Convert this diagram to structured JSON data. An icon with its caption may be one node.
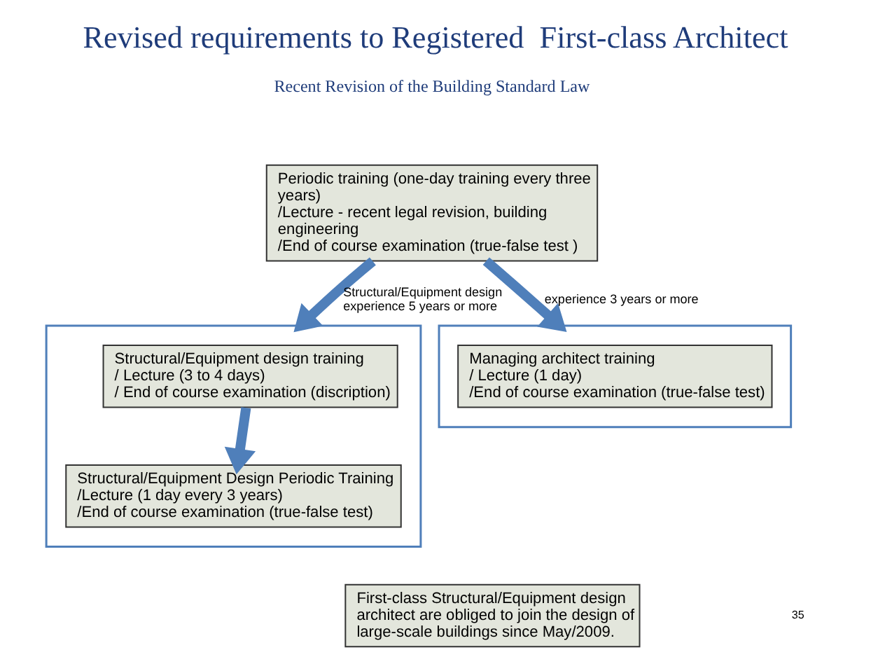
{
  "diagram": {
    "title": "Revised requirements to Registered  First-class Architect",
    "nodes": [
      {
        "text": [
          "Periodic training (one-day training every three years)",
          "/Lecture - recent legal revision, building engineering",
          "/End of course examination (true-false test )"
        ]
      },
      {
        "text": [],
        "shape": "box"
      },
      {
        "text": [
          "Structural/Equipment design training",
          "/ Lecture (3 to 4 days)",
          "/ End of course examination (discription)"
        ],
        "in": 1
      },
      {
        "text": [
          "Structural/Equipment Design Periodic Training",
          "/Lecture (1 day every 3 years)",
          "/End of course examination (true-false test)"
        ],
        "in": 1
      },
      {
        "text": [],
        "shape": "box"
      },
      {
        "text": [
          "Managing architect training",
          "/ Lecture (1 day)",
          "/End of course examination (true-false test)"
        ],
        "in": 4
      },
      {
        "text": [
          "First-class Structural/Equipment design  architect are obliged to join the design of large-scale buildings since May/2009."
        ]
      }
    ],
    "edges": [
      {
        "from": 0,
        "to": 1,
        "arrow": "to",
        "label": "Structural/Equipment design experience 5 years or more"
      },
      {
        "from": 0,
        "to": 4,
        "arrow": "to",
        "label": "experience 3 years or more"
      },
      {
        "from": 2,
        "to": 3,
        "arrow": "to"
      }
    ],
    "labels": [
      "Recent Revision of the Building Standard Law",
      "35"
    ]
  }
}
